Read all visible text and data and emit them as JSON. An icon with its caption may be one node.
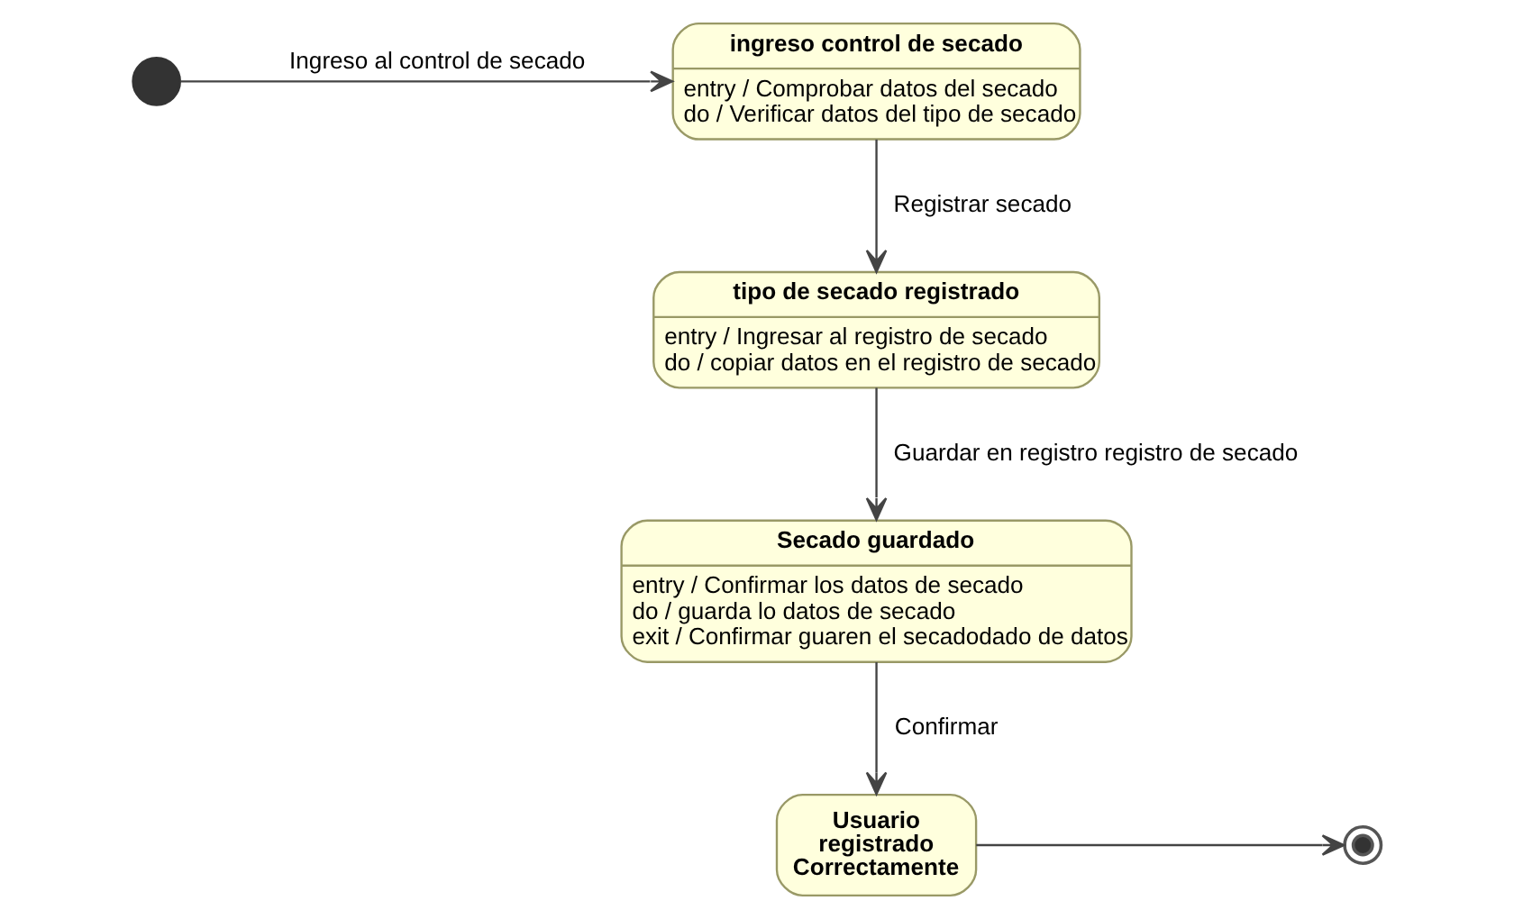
{
  "diagram": {
    "nodes": [
      {
        "text": [],
        "shape": "circle"
      },
      {
        "text": [
          "ingreso control de secado",
          "entry / Comprobar datos del secado",
          "do / Verificar datos del tipo de secado"
        ]
      },
      {
        "text": [
          "tipo de secado registrado",
          "entry / Ingresar al registro de secado",
          "do / copiar datos en el registro de secado"
        ]
      },
      {
        "text": [
          "Secado guardado",
          "entry / Confirmar los datos de secado",
          "do / guarda lo datos de secado",
          "exit / Confirmar guaren el secadodado de datos"
        ]
      },
      {
        "text": [
          "Usuario registrado Correctamente"
        ]
      },
      {
        "text": [],
        "shape": "circle"
      }
    ],
    "edges": [
      {
        "from": 0,
        "to": 1,
        "arrow": "to",
        "label": "Ingreso al control de secado"
      },
      {
        "from": 1,
        "to": 2,
        "arrow": "to",
        "label": "Registrar secado"
      },
      {
        "from": 2,
        "to": 3,
        "arrow": "to",
        "label": "Guardar en registro registro de secado"
      },
      {
        "from": 3,
        "to": 4,
        "arrow": "to",
        "label": "Confirmar"
      },
      {
        "from": 4,
        "to": 5,
        "arrow": "to"
      }
    ]
  }
}
